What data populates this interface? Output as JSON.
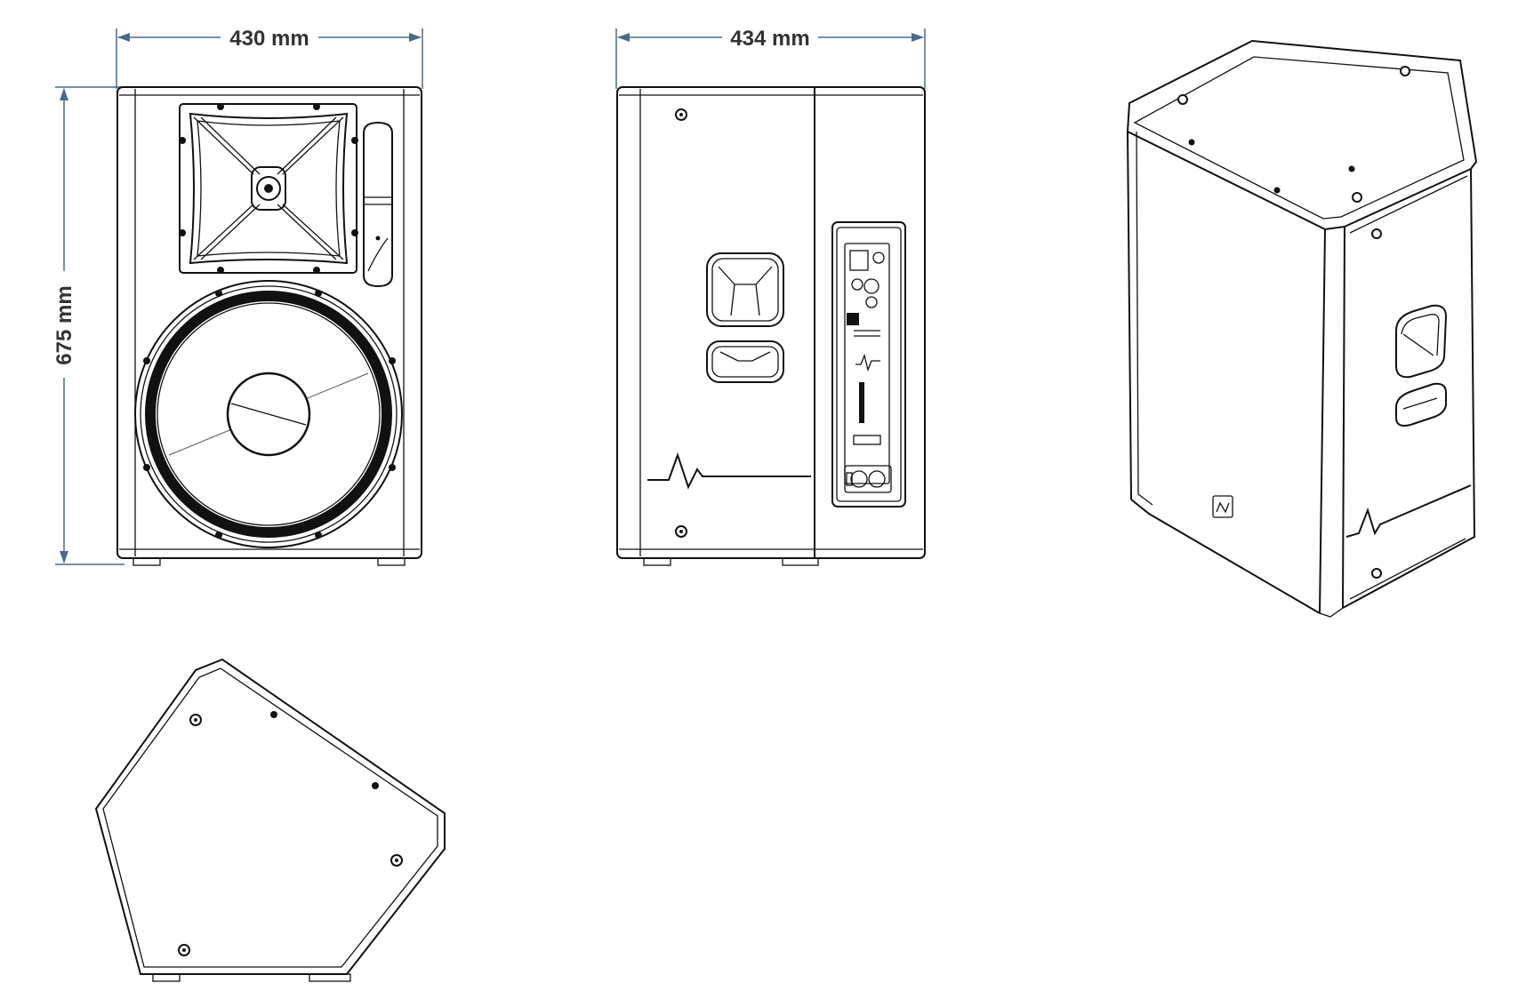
{
  "dimensions": {
    "width_label": "430 mm",
    "depth_label": "434 mm",
    "height_label": "675 mm"
  },
  "colors": {
    "dimension_line": "#4a6a8c",
    "drawing_line": "#111111",
    "dimension_text": "#333333",
    "background": "#ffffff"
  },
  "views": [
    "front",
    "side",
    "perspective",
    "top"
  ]
}
